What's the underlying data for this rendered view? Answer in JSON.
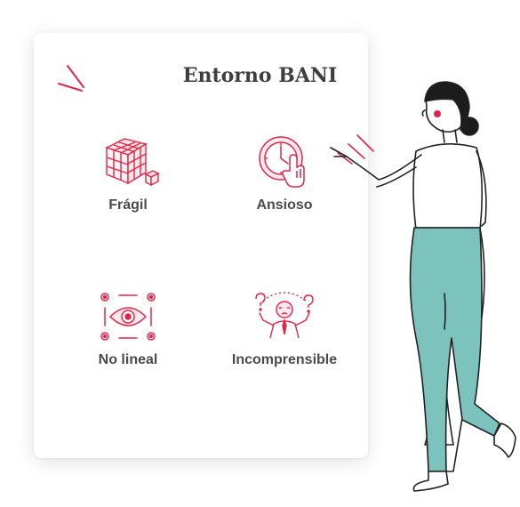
{
  "title": "Entorno BANI",
  "accent_color": "#e0264a",
  "pants_color": "#7cc2bd",
  "items": [
    {
      "label": "Frágil",
      "icon": "fragile-cube-icon"
    },
    {
      "label": "Ansioso",
      "icon": "anxious-clock-icon"
    },
    {
      "label": "No lineal",
      "icon": "nonlinear-eye-icon"
    },
    {
      "label": "Incomprensible",
      "icon": "confused-person-icon"
    }
  ]
}
